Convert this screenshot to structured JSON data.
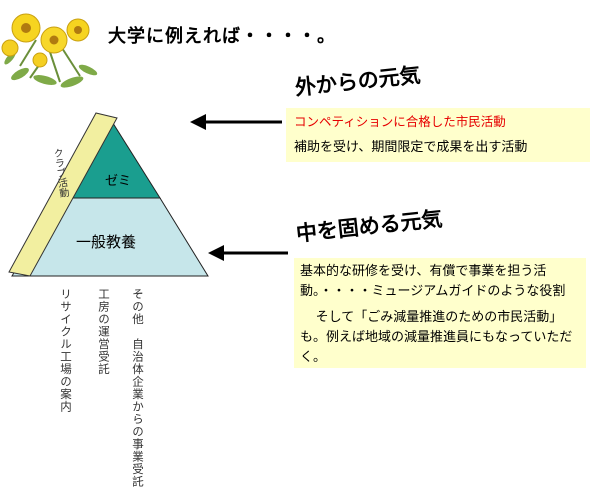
{
  "title": "大学に例えれば・・・・。",
  "outer": {
    "heading": "外からの元気",
    "red_text": "コンペティションに合格した市民活動",
    "text": "補助を受け、期間限定で成果を出す活動"
  },
  "inner": {
    "heading": "中を固める元気",
    "paragraph1": "基本的な研修を受け、有償で事業を担う活動。・・・・ミュージアムガイドのような役割",
    "paragraph2": "そして「ごみ減量推進のための市民活動」も。例えば地域の減量推進員にもなっていただく。"
  },
  "pyramid": {
    "top_label": "ゼミ",
    "bottom_label": "一般教養",
    "club_label": "クラブ活動",
    "top_color": "#1a9e8f",
    "bottom_color": "#c6e6ea",
    "club_color": "#f2efa0"
  },
  "vertical_notes": [
    "その他　自治体企業からの事業受託",
    "工房の運営受託",
    "リサイクル工場の案内"
  ]
}
